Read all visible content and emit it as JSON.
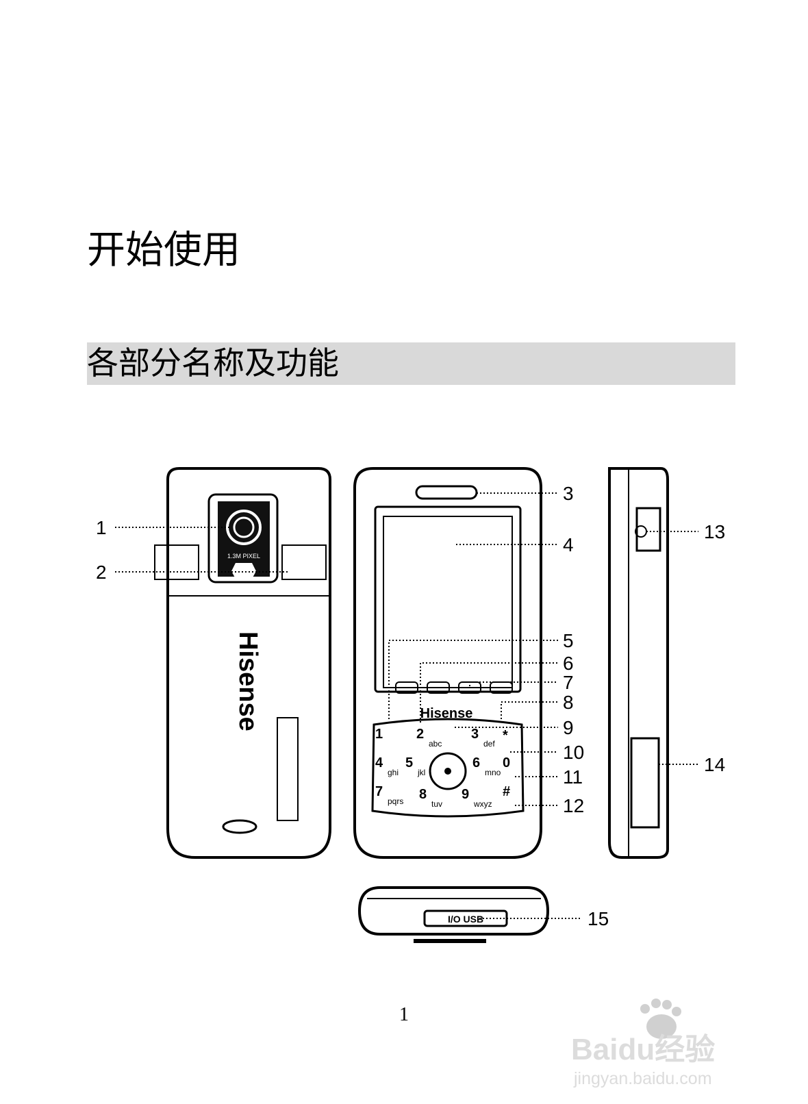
{
  "chapter_title": "开始使用",
  "section_title": "各部分名称及功能",
  "figure": {
    "callouts": [
      "1",
      "2",
      "3",
      "4",
      "5",
      "6",
      "7",
      "8",
      "9",
      "10",
      "11",
      "12",
      "13",
      "14",
      "15"
    ],
    "brand_logo": "Hisense",
    "camera_label": "1.3M PIXEL",
    "keypad": [
      {
        "digit": "1",
        "letters": ""
      },
      {
        "digit": "2",
        "letters": "abc"
      },
      {
        "digit": "3",
        "letters": "def"
      },
      {
        "digit": "4",
        "letters": "ghi"
      },
      {
        "digit": "5",
        "letters": "jkl"
      },
      {
        "digit": "6",
        "letters": "mno"
      },
      {
        "digit": "7",
        "letters": "pqrs"
      },
      {
        "digit": "8",
        "letters": "tuv"
      },
      {
        "digit": "9",
        "letters": "wxyz"
      },
      {
        "digit": "*",
        "letters": ""
      },
      {
        "digit": "0",
        "letters": ""
      },
      {
        "digit": "#",
        "letters": ""
      }
    ],
    "port_label": "I/O USB"
  },
  "page_number": "1",
  "watermark": {
    "brand": "Baidu经验",
    "url": "jingyan.baidu.com"
  }
}
